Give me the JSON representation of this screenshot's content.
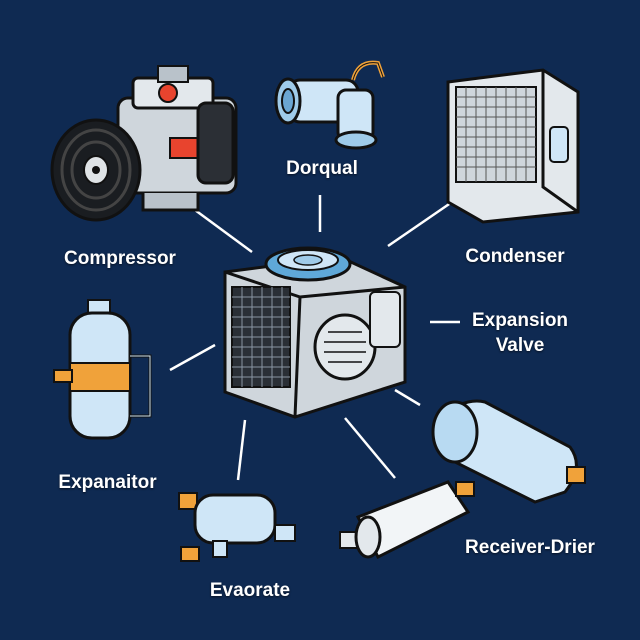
{
  "diagram": {
    "background": "#0f2a52",
    "line_color": "#ffffff",
    "part_fill": "#cfe6f7",
    "accent_orange": "#f0a23a",
    "accent_red": "#e8442e",
    "labels": {
      "compressor": "Compressor",
      "top_part": "Dorqual",
      "condenser": "Condenser",
      "expansion_valve": "Expansion Valve",
      "expanaitor": "Expanaitor",
      "evaporate": "Evaorate",
      "receiver_drier": "Receiver-Drier"
    },
    "icons": {
      "compressor": "compressor-icon",
      "top_part": "elbow-valve-icon",
      "condenser": "condenser-unit-icon",
      "central_unit": "hvac-unit-icon",
      "expanaitor": "accumulator-tank-icon",
      "evaporate": "inline-filter-icon",
      "receiver_drier": "receiver-drier-tank-icon",
      "white_cylinder": "filter-cylinder-icon"
    }
  }
}
